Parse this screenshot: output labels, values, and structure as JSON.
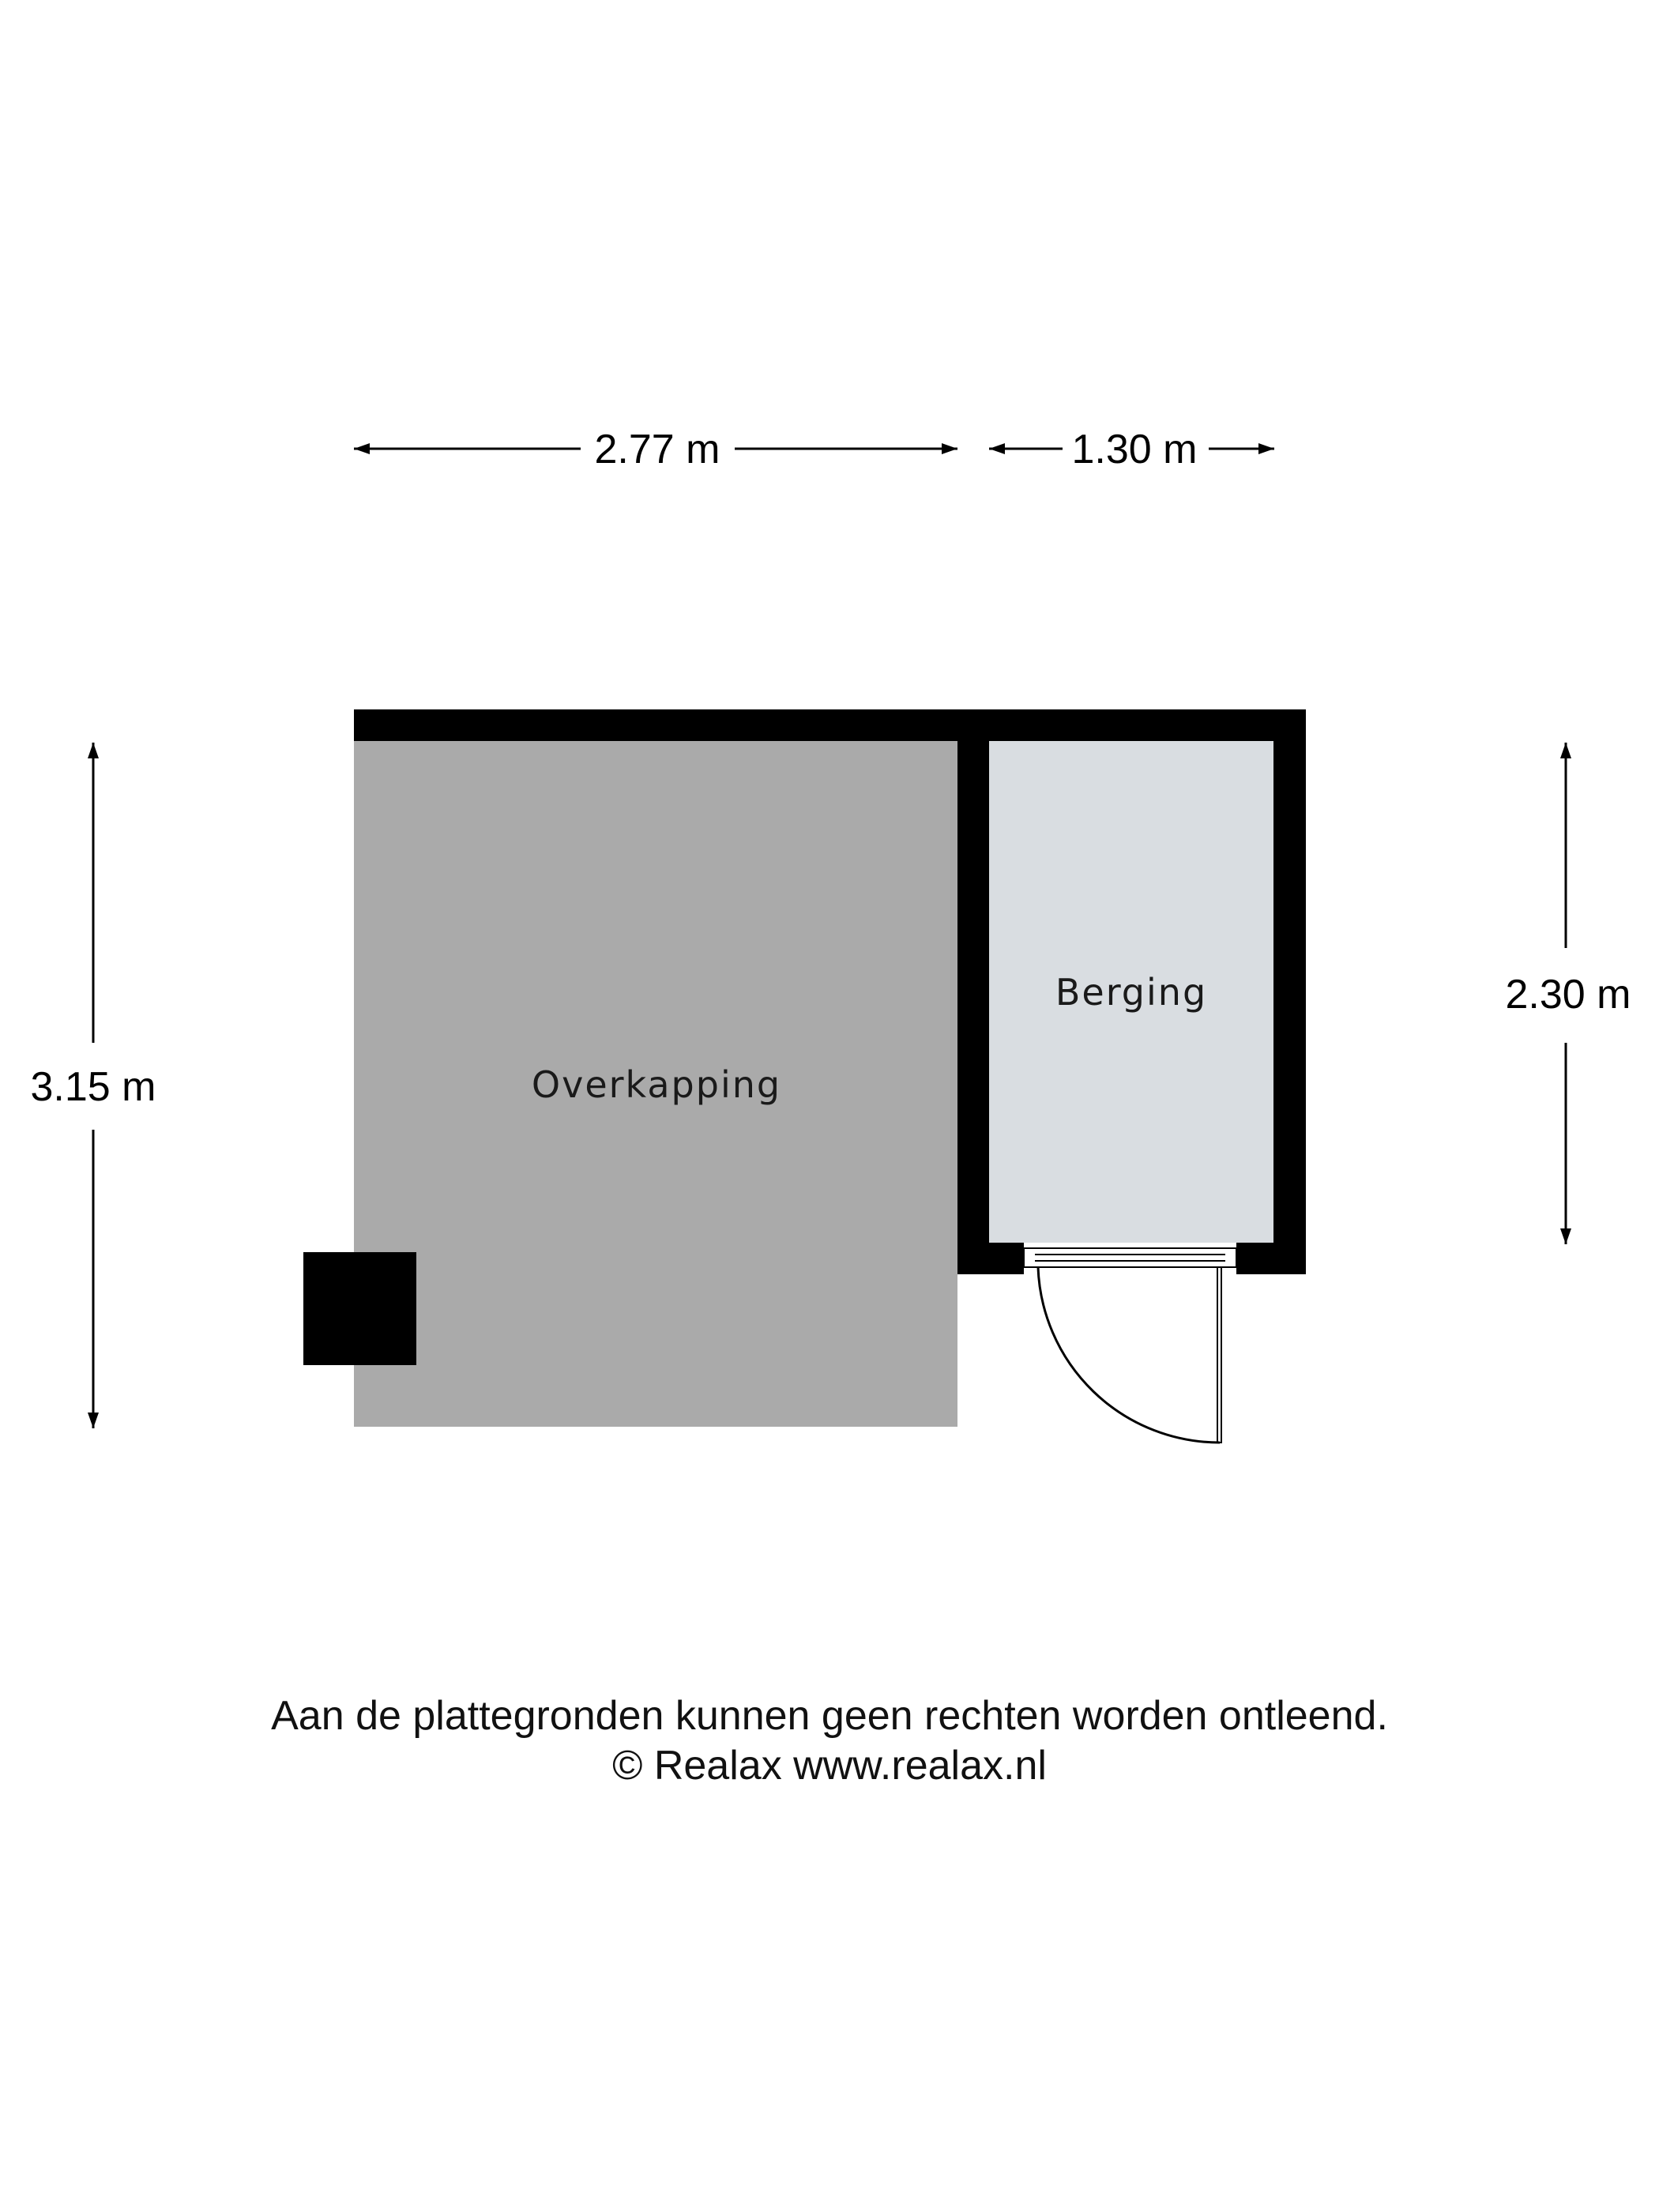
{
  "dimensions": {
    "top_left": "2.77 m",
    "top_right": "1.30 m",
    "left": "3.15 m",
    "right": "2.30 m"
  },
  "rooms": {
    "overkapping": "Overkapping",
    "berging": "Berging"
  },
  "colors": {
    "wall": "#000000",
    "overkapping_fill": "#aaaaaa",
    "berging_fill": "#d9dde1",
    "background": "#ffffff"
  },
  "footer": {
    "disclaimer": "Aan de plattegronden kunnen geen rechten worden ontleend.",
    "copyright": "© Realax www.realax.nl"
  }
}
